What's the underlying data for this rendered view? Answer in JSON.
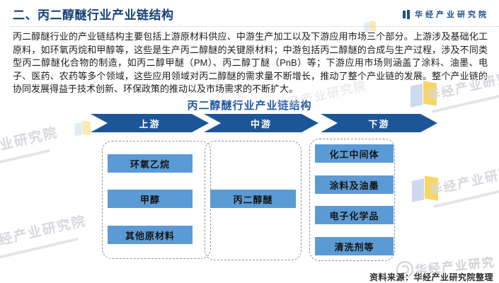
{
  "header": {
    "title": "二、丙二醇醚行业产业链结构",
    "brand": "华经产业研究院"
  },
  "intro": "丙二醇醚行业的产业链结构主要包括上游原材料供应、中游生产加工以及下游应用市场三个部分。上游涉及基础化工原料，如环氧丙烷和甲醇等，这些是生产丙二醇醚的关键原材料；中游包括丙二醇醚的合成与生产过程，涉及不同类型丙二醇醚化合物的制造，如丙二醇甲醚（PM）、丙二醇丁醚（PnB）等；下游应用市场则涵盖了涂料、油墨、电子、医药、农药等多个领域，这些应用领域对丙二醇醚的需求量不断增长，推动了整个产业链的发展。整个产业链的协同发展得益于技术创新、环保政策的推动以及市场需求的不断扩大。",
  "diagram": {
    "title": "丙二醇醚行业产业链结构",
    "stages": [
      {
        "label": "上游",
        "items": [
          "环氧乙烷",
          "甲醇",
          "其他原材料"
        ]
      },
      {
        "label": "中游",
        "items": [
          "丙二醇醚"
        ]
      },
      {
        "label": "下游",
        "items": [
          "化工中间体",
          "涂料及油墨",
          "电子化学品",
          "清洗剂等"
        ]
      }
    ]
  },
  "source": "资料来源：华经产业研究院整理",
  "watermark": {
    "full": "华经产业研究院",
    "short": "华经产业研究"
  },
  "colors": {
    "header_title": "#17427D",
    "brand": "#1B4E8E",
    "diagram_title": "#2257A3",
    "stage_arrow": "#1D5599",
    "chain_box": "#5B9BD5",
    "dashed_border": "#8F9398",
    "watermark": "#D6D8DC"
  }
}
